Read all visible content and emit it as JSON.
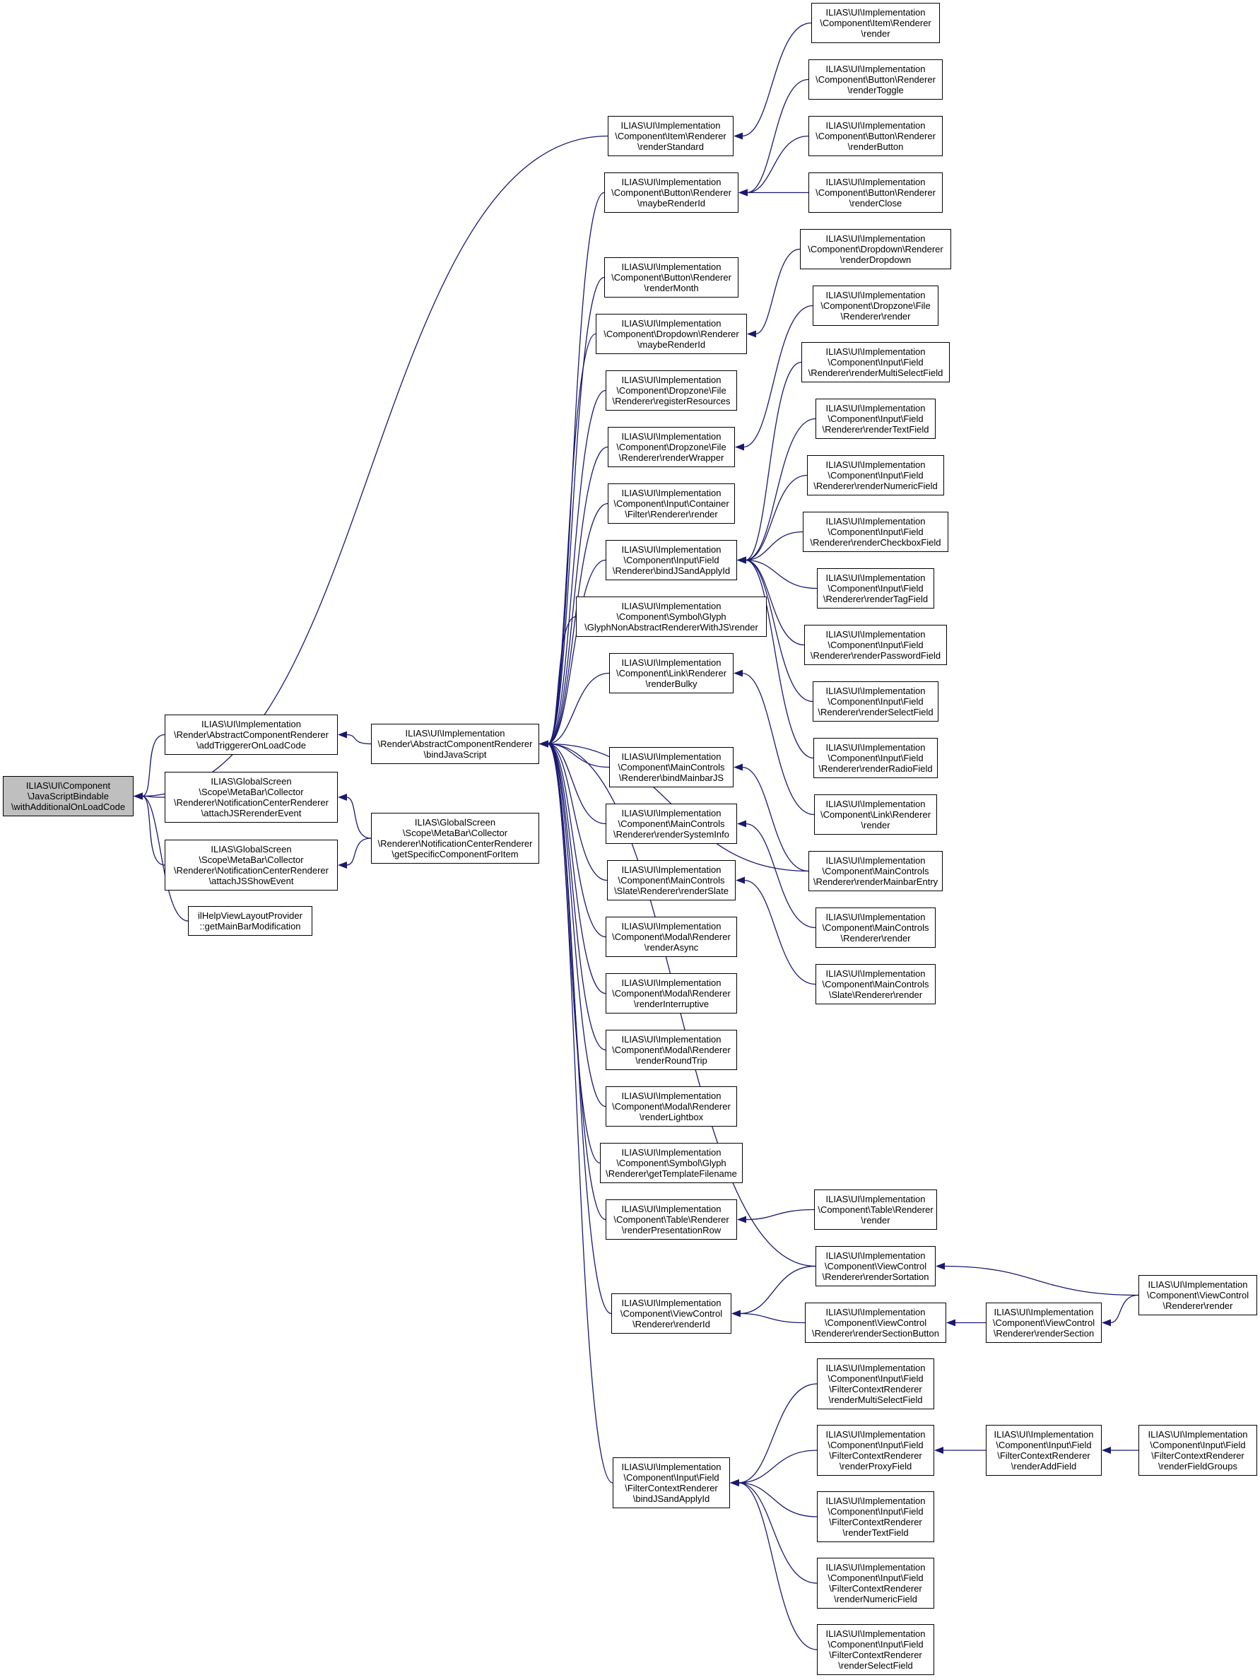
{
  "colors": {
    "edge": "#191970",
    "node_border": "#000000",
    "node_fill": "#ffffff",
    "focus_fill": "#bfbfbf"
  },
  "nodes": {
    "withAdditionalOnLoadCode": "ILIAS\\UI\\Component\n\\JavaScriptBindable\n\\withAdditionalOnLoadCode",
    "addTriggererOnLoadCode": "ILIAS\\UI\\Implementation\n\\Render\\AbstractComponentRenderer\n\\addTriggererOnLoadCode",
    "attachJSRerenderEvent": "ILIAS\\GlobalScreen\n\\Scope\\MetaBar\\Collector\n\\Renderer\\NotificationCenterRenderer\n\\attachJSRerenderEvent",
    "attachJSShowEvent": "ILIAS\\GlobalScreen\n\\Scope\\MetaBar\\Collector\n\\Renderer\\NotificationCenterRenderer\n\\attachJSShowEvent",
    "getMainBarModification": "ilHelpViewLayoutProvider\n::getMainBarModification",
    "bindJavaScript": "ILIAS\\UI\\Implementation\n\\Render\\AbstractComponentRenderer\n\\bindJavaScript",
    "getSpecificComponentForItem": "ILIAS\\GlobalScreen\n\\Scope\\MetaBar\\Collector\n\\Renderer\\NotificationCenterRenderer\n\\getSpecificComponentForItem",
    "itemRenderStandard": "ILIAS\\UI\\Implementation\n\\Component\\Item\\Renderer\n\\renderStandard",
    "buttonMaybeRenderId": "ILIAS\\UI\\Implementation\n\\Component\\Button\\Renderer\n\\maybeRenderId",
    "buttonRenderMonth": "ILIAS\\UI\\Implementation\n\\Component\\Button\\Renderer\n\\renderMonth",
    "dropdownMaybeRenderId": "ILIAS\\UI\\Implementation\n\\Component\\Dropdown\\Renderer\n\\maybeRenderId",
    "dropzoneRegisterResources": "ILIAS\\UI\\Implementation\n\\Component\\Dropzone\\File\n\\Renderer\\registerResources",
    "dropzoneRenderWrapper": "ILIAS\\UI\\Implementation\n\\Component\\Dropzone\\File\n\\Renderer\\renderWrapper",
    "containerFilterRender": "ILIAS\\UI\\Implementation\n\\Component\\Input\\Container\n\\Filter\\Renderer\\render",
    "fieldBindJSandApplyId": "ILIAS\\UI\\Implementation\n\\Component\\Input\\Field\n\\Renderer\\bindJSandApplyId",
    "glyphNonAbstractRender": "ILIAS\\UI\\Implementation\n\\Component\\Symbol\\Glyph\n\\GlyphNonAbstractRendererWithJS\\render",
    "linkRenderBulky": "ILIAS\\UI\\Implementation\n\\Component\\Link\\Renderer\n\\renderBulky",
    "mcBindMainbarJS": "ILIAS\\UI\\Implementation\n\\Component\\MainControls\n\\Renderer\\bindMainbarJS",
    "mcRenderSystemInfo": "ILIAS\\UI\\Implementation\n\\Component\\MainControls\n\\Renderer\\renderSystemInfo",
    "slateRenderSlate": "ILIAS\\UI\\Implementation\n\\Component\\MainControls\n\\Slate\\Renderer\\renderSlate",
    "modalRenderAsync": "ILIAS\\UI\\Implementation\n\\Component\\Modal\\Renderer\n\\renderAsync",
    "modalRenderInterruptive": "ILIAS\\UI\\Implementation\n\\Component\\Modal\\Renderer\n\\renderInterruptive",
    "modalRenderRoundTrip": "ILIAS\\UI\\Implementation\n\\Component\\Modal\\Renderer\n\\renderRoundTrip",
    "modalRenderLightbox": "ILIAS\\UI\\Implementation\n\\Component\\Modal\\Renderer\n\\renderLightbox",
    "glyphGetTemplateFilename": "ILIAS\\UI\\Implementation\n\\Component\\Symbol\\Glyph\n\\Renderer\\getTemplateFilename",
    "tableRenderPresentationRow": "ILIAS\\UI\\Implementation\n\\Component\\Table\\Renderer\n\\renderPresentationRow",
    "vcRenderId": "ILIAS\\UI\\Implementation\n\\Component\\ViewControl\n\\Renderer\\renderId",
    "fcBindJSandApplyId": "ILIAS\\UI\\Implementation\n\\Component\\Input\\Field\n\\FilterContextRenderer\n\\bindJSandApplyId",
    "itemRender": "ILIAS\\UI\\Implementation\n\\Component\\Item\\Renderer\n\\render",
    "buttonRenderToggle": "ILIAS\\UI\\Implementation\n\\Component\\Button\\Renderer\n\\renderToggle",
    "buttonRenderButton": "ILIAS\\UI\\Implementation\n\\Component\\Button\\Renderer\n\\renderButton",
    "buttonRenderClose": "ILIAS\\UI\\Implementation\n\\Component\\Button\\Renderer\n\\renderClose",
    "dropdownRenderDropdown": "ILIAS\\UI\\Implementation\n\\Component\\Dropdown\\Renderer\n\\renderDropdown",
    "dropzoneRender": "ILIAS\\UI\\Implementation\n\\Component\\Dropzone\\File\n\\Renderer\\render",
    "fieldRenderMultiSelectField": "ILIAS\\UI\\Implementation\n\\Component\\Input\\Field\n\\Renderer\\renderMultiSelectField",
    "fieldRenderTextField": "ILIAS\\UI\\Implementation\n\\Component\\Input\\Field\n\\Renderer\\renderTextField",
    "fieldRenderNumericField": "ILIAS\\UI\\Implementation\n\\Component\\Input\\Field\n\\Renderer\\renderNumericField",
    "fieldRenderCheckboxField": "ILIAS\\UI\\Implementation\n\\Component\\Input\\Field\n\\Renderer\\renderCheckboxField",
    "fieldRenderTagField": "ILIAS\\UI\\Implementation\n\\Component\\Input\\Field\n\\Renderer\\renderTagField",
    "fieldRenderPasswordField": "ILIAS\\UI\\Implementation\n\\Component\\Input\\Field\n\\Renderer\\renderPasswordField",
    "fieldRenderSelectField": "ILIAS\\UI\\Implementation\n\\Component\\Input\\Field\n\\Renderer\\renderSelectField",
    "fieldRenderRadioField": "ILIAS\\UI\\Implementation\n\\Component\\Input\\Field\n\\Renderer\\renderRadioField",
    "linkRender": "ILIAS\\UI\\Implementation\n\\Component\\Link\\Renderer\n\\render",
    "mcRenderMainbarEntry": "ILIAS\\UI\\Implementation\n\\Component\\MainControls\n\\Renderer\\renderMainbarEntry",
    "mcRender": "ILIAS\\UI\\Implementation\n\\Component\\MainControls\n\\Renderer\\render",
    "slateRender": "ILIAS\\UI\\Implementation\n\\Component\\MainControls\n\\Slate\\Renderer\\render",
    "tableRender": "ILIAS\\UI\\Implementation\n\\Component\\Table\\Renderer\n\\render",
    "vcRenderSortation": "ILIAS\\UI\\Implementation\n\\Component\\ViewControl\n\\Renderer\\renderSortation",
    "vcRenderSectionButton": "ILIAS\\UI\\Implementation\n\\Component\\ViewControl\n\\Renderer\\renderSectionButton",
    "vcRenderSection": "ILIAS\\UI\\Implementation\n\\Component\\ViewControl\n\\Renderer\\renderSection",
    "vcRender": "ILIAS\\UI\\Implementation\n\\Component\\ViewControl\n\\Renderer\\render",
    "fcRenderMultiSelectField": "ILIAS\\UI\\Implementation\n\\Component\\Input\\Field\n\\FilterContextRenderer\n\\renderMultiSelectField",
    "fcRenderProxyField": "ILIAS\\UI\\Implementation\n\\Component\\Input\\Field\n\\FilterContextRenderer\n\\renderProxyField",
    "fcRenderTextField": "ILIAS\\UI\\Implementation\n\\Component\\Input\\Field\n\\FilterContextRenderer\n\\renderTextField",
    "fcRenderNumericField": "ILIAS\\UI\\Implementation\n\\Component\\Input\\Field\n\\FilterContextRenderer\n\\renderNumericField",
    "fcRenderSelectField": "ILIAS\\UI\\Implementation\n\\Component\\Input\\Field\n\\FilterContextRenderer\n\\renderSelectField",
    "fcRenderAddField": "ILIAS\\UI\\Implementation\n\\Component\\Input\\Field\n\\FilterContextRenderer\n\\renderAddField",
    "fcRenderFieldGroups": "ILIAS\\UI\\Implementation\n\\Component\\Input\\Field\n\\FilterContextRenderer\n\\renderFieldGroups"
  },
  "edges": [
    [
      "addTriggererOnLoadCode",
      "withAdditionalOnLoadCode"
    ],
    [
      "attachJSRerenderEvent",
      "withAdditionalOnLoadCode"
    ],
    [
      "attachJSShowEvent",
      "withAdditionalOnLoadCode"
    ],
    [
      "getMainBarModification",
      "withAdditionalOnLoadCode"
    ],
    [
      "itemRenderStandard",
      "withAdditionalOnLoadCode"
    ],
    [
      "bindJavaScript",
      "addTriggererOnLoadCode"
    ],
    [
      "getSpecificComponentForItem",
      "attachJSRerenderEvent"
    ],
    [
      "getSpecificComponentForItem",
      "attachJSShowEvent"
    ],
    [
      "itemRender",
      "itemRenderStandard"
    ],
    [
      "buttonMaybeRenderId",
      "bindJavaScript"
    ],
    [
      "buttonRenderMonth",
      "bindJavaScript"
    ],
    [
      "dropdownMaybeRenderId",
      "bindJavaScript"
    ],
    [
      "dropzoneRegisterResources",
      "bindJavaScript"
    ],
    [
      "dropzoneRenderWrapper",
      "bindJavaScript"
    ],
    [
      "containerFilterRender",
      "bindJavaScript"
    ],
    [
      "fieldBindJSandApplyId",
      "bindJavaScript"
    ],
    [
      "glyphNonAbstractRender",
      "bindJavaScript"
    ],
    [
      "linkRenderBulky",
      "bindJavaScript"
    ],
    [
      "mcBindMainbarJS",
      "bindJavaScript"
    ],
    [
      "mcRenderSystemInfo",
      "bindJavaScript"
    ],
    [
      "slateRenderSlate",
      "bindJavaScript"
    ],
    [
      "modalRenderAsync",
      "bindJavaScript"
    ],
    [
      "modalRenderInterruptive",
      "bindJavaScript"
    ],
    [
      "modalRenderRoundTrip",
      "bindJavaScript"
    ],
    [
      "modalRenderLightbox",
      "bindJavaScript"
    ],
    [
      "glyphGetTemplateFilename",
      "bindJavaScript"
    ],
    [
      "tableRenderPresentationRow",
      "bindJavaScript"
    ],
    [
      "vcRenderId",
      "bindJavaScript"
    ],
    [
      "fcBindJSandApplyId",
      "bindJavaScript"
    ],
    [
      "mcRenderMainbarEntry",
      "bindJavaScript"
    ],
    [
      "vcRenderSortation",
      "bindJavaScript"
    ],
    [
      "buttonRenderToggle",
      "buttonMaybeRenderId"
    ],
    [
      "buttonRenderButton",
      "buttonMaybeRenderId"
    ],
    [
      "buttonRenderClose",
      "buttonMaybeRenderId"
    ],
    [
      "dropdownRenderDropdown",
      "dropdownMaybeRenderId"
    ],
    [
      "dropzoneRender",
      "dropzoneRenderWrapper"
    ],
    [
      "fieldRenderMultiSelectField",
      "fieldBindJSandApplyId"
    ],
    [
      "fieldRenderTextField",
      "fieldBindJSandApplyId"
    ],
    [
      "fieldRenderNumericField",
      "fieldBindJSandApplyId"
    ],
    [
      "fieldRenderCheckboxField",
      "fieldBindJSandApplyId"
    ],
    [
      "fieldRenderTagField",
      "fieldBindJSandApplyId"
    ],
    [
      "fieldRenderPasswordField",
      "fieldBindJSandApplyId"
    ],
    [
      "fieldRenderSelectField",
      "fieldBindJSandApplyId"
    ],
    [
      "fieldRenderRadioField",
      "fieldBindJSandApplyId"
    ],
    [
      "linkRender",
      "linkRenderBulky"
    ],
    [
      "mcRenderMainbarEntry",
      "mcBindMainbarJS"
    ],
    [
      "mcRender",
      "mcRenderSystemInfo"
    ],
    [
      "slateRender",
      "slateRenderSlate"
    ],
    [
      "tableRender",
      "tableRenderPresentationRow"
    ],
    [
      "vcRenderSortation",
      "vcRenderId"
    ],
    [
      "vcRenderSectionButton",
      "vcRenderId"
    ],
    [
      "vcRender",
      "vcRenderSortation"
    ],
    [
      "vcRenderSection",
      "vcRenderSectionButton"
    ],
    [
      "vcRender",
      "vcRenderSection"
    ],
    [
      "fcRenderMultiSelectField",
      "fcBindJSandApplyId"
    ],
    [
      "fcRenderProxyField",
      "fcBindJSandApplyId"
    ],
    [
      "fcRenderTextField",
      "fcBindJSandApplyId"
    ],
    [
      "fcRenderNumericField",
      "fcBindJSandApplyId"
    ],
    [
      "fcRenderSelectField",
      "fcBindJSandApplyId"
    ],
    [
      "fcRenderAddField",
      "fcRenderProxyField"
    ],
    [
      "fcRenderFieldGroups",
      "fcRenderAddField"
    ]
  ]
}
